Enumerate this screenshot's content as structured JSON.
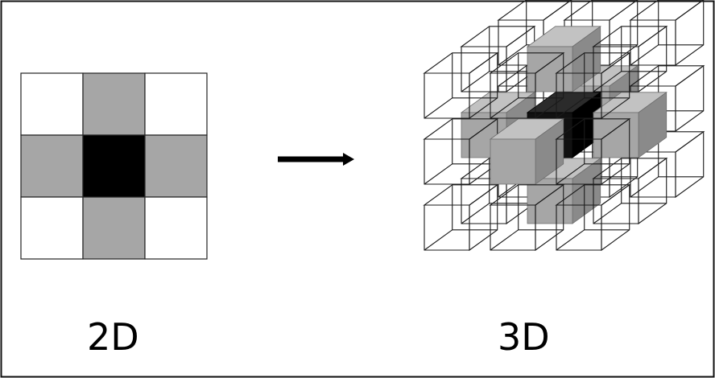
{
  "labels": {
    "left": "2D",
    "right": "3D"
  },
  "colors": {
    "frame": "#111111",
    "empty_cell": "#ffffff",
    "neighbor_cell": "#a6a6a6",
    "center_cell": "#000000",
    "arrow": "#000000"
  },
  "grid_2d": {
    "rows": [
      [
        "empty",
        "neighbor",
        "empty"
      ],
      [
        "neighbor",
        "center",
        "neighbor"
      ],
      [
        "empty",
        "neighbor",
        "empty"
      ]
    ]
  },
  "grid_3d": {
    "size": 3,
    "center_kind": "center",
    "face_neighbor_kind": "neighbor",
    "other_kind": "empty"
  }
}
